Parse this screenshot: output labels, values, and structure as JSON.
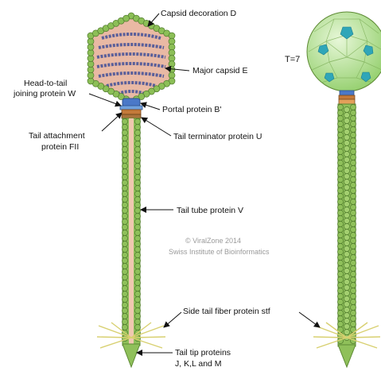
{
  "labels": {
    "capsid_decoration": "Capsid decoration D",
    "major_capsid": "Major capsid E",
    "head_to_tail_1": "Head-to-tail",
    "head_to_tail_2": "joining protein W",
    "portal": "Portal protein B'",
    "tail_attachment_1": "Tail attachment",
    "tail_attachment_2": "protein FII",
    "tail_terminator": "Tail terminator protein U",
    "tail_tube": "Tail tube protein V",
    "side_tail_fiber": "Side tail fiber protein stf",
    "tail_tip_1": "Tail tip proteins",
    "tail_tip_2": "J, K,L and M",
    "triangulation": "T=7"
  },
  "credit": {
    "line1": "© ViralZone 2014",
    "line2": "Swiss Institute of Bioinformatics"
  },
  "colors": {
    "capsid_bead": "#8cbf57",
    "capsid_fill": "#e9b9a4",
    "dna": "#5a5f9a",
    "tail_bead": "#8fc05a",
    "tail_core": "#f0c8b0",
    "portal": "#4a78c8",
    "tail_attachment": "#c47a3a",
    "fiber": "#d8d070",
    "sphere": "#b9e29a",
    "sphere_pentamer": "#2fa6b8"
  }
}
